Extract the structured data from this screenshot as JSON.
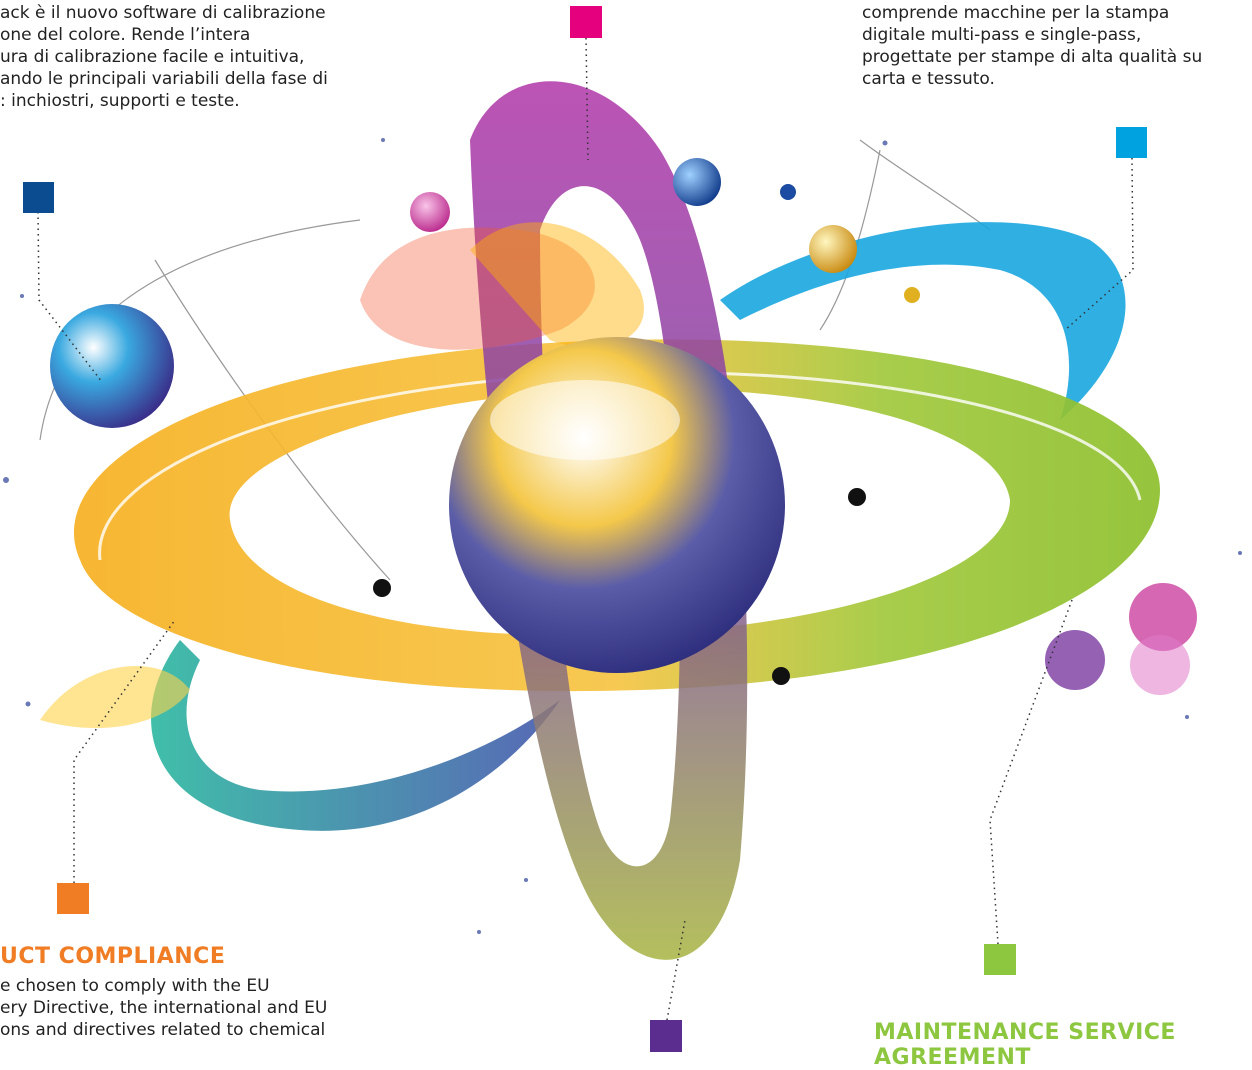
{
  "top_left_text": {
    "lines": [
      "ack è il nuovo software di calibrazione",
      "one del colore.  Rende l’intera",
      "ura di calibrazione facile e intuitiva,",
      "ando le principali variabili della fase di",
      ": inchiostri, supporti e teste."
    ]
  },
  "top_right_text": {
    "lines": [
      "comprende macchine per la stampa",
      "digitale multi-pass e single-pass,",
      "progettate per stampe di alta qualità su",
      "carta e tessuto."
    ]
  },
  "product_compliance": {
    "heading": "UCT COMPLIANCE",
    "lines": [
      "e chosen to comply with the EU",
      "ery Directive, the international and EU",
      "ons and directives related to chemical"
    ]
  },
  "maintenance": {
    "heading_line1": "MAINTENANCE SERVICE",
    "heading_line2": "AGREEMENT"
  },
  "markers": [
    {
      "name": "magenta-marker",
      "color": "#e5007e"
    },
    {
      "name": "cyan-marker",
      "color": "#00a3e0"
    },
    {
      "name": "navy-marker",
      "color": "#0b4b8f"
    },
    {
      "name": "orange-marker",
      "color": "#f07c24"
    },
    {
      "name": "green-marker",
      "color": "#8dc63f"
    },
    {
      "name": "purple-marker",
      "color": "#5a2d8e"
    }
  ],
  "colors": {
    "compliance_heading": "#f07c24",
    "maintenance_heading": "#8dc63f"
  }
}
